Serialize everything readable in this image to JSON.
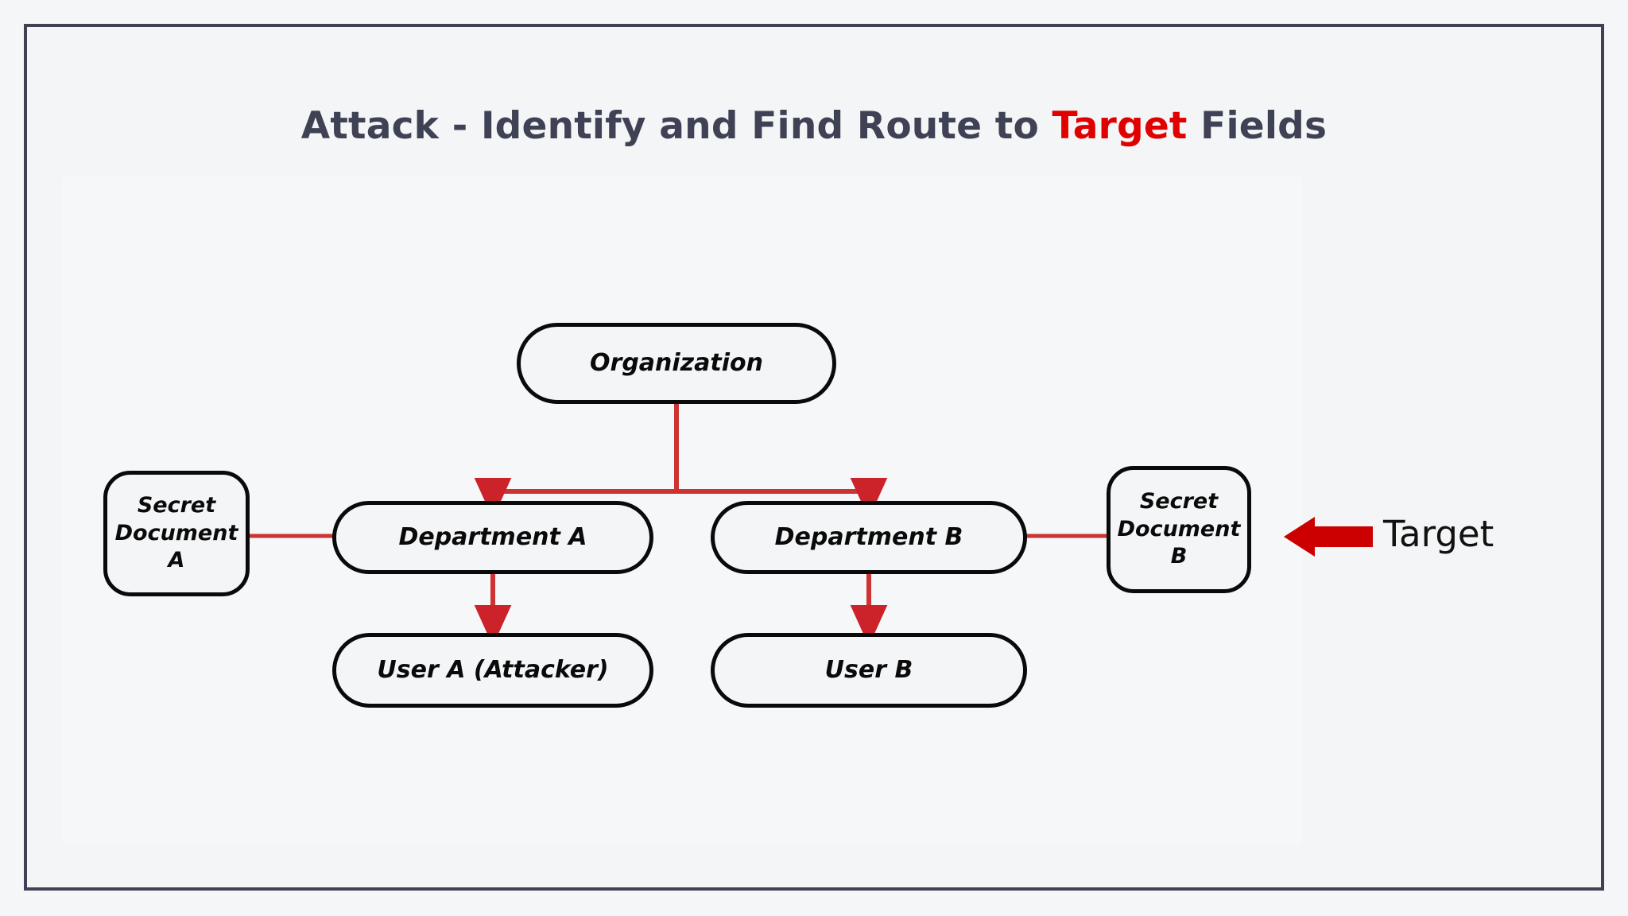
{
  "page": {
    "background_color": "#f5f6f7",
    "frame_border_color": "#3f4254"
  },
  "title": {
    "prefix": "Attack - Identify and Find Route to ",
    "accent": "Target",
    "suffix": " Fields",
    "color": "#3f4254",
    "accent_color": "#e00000"
  },
  "diagram": {
    "type": "org-tree",
    "edge_color": "#cc3333",
    "node_border_color": "#0a0a0a",
    "node_fill_color": "#f4f5f6",
    "nodes": [
      {
        "id": "organization",
        "label": "Organization",
        "shape": "pill"
      },
      {
        "id": "department-a",
        "label": "Department A",
        "shape": "pill"
      },
      {
        "id": "department-b",
        "label": "Department B",
        "shape": "pill"
      },
      {
        "id": "user-a",
        "label": "User A (Attacker)",
        "shape": "pill"
      },
      {
        "id": "user-b",
        "label": "User B",
        "shape": "pill"
      },
      {
        "id": "secret-doc-a",
        "label": "Secret Document A",
        "shape": "rounded-square"
      },
      {
        "id": "secret-doc-b",
        "label": "Secret Document B",
        "shape": "rounded-square"
      }
    ],
    "edges": [
      {
        "from": "organization",
        "to": "department-a",
        "arrow": true,
        "style": "orthogonal"
      },
      {
        "from": "organization",
        "to": "department-b",
        "arrow": true,
        "style": "orthogonal"
      },
      {
        "from": "department-a",
        "to": "user-a",
        "arrow": true,
        "style": "straight"
      },
      {
        "from": "department-b",
        "to": "user-b",
        "arrow": true,
        "style": "straight"
      },
      {
        "from": "secret-doc-a",
        "to": "department-a",
        "arrow": false,
        "style": "straight"
      },
      {
        "from": "department-b",
        "to": "secret-doc-b",
        "arrow": false,
        "style": "straight"
      }
    ]
  },
  "annotation": {
    "label": "Target",
    "arrow_direction": "left",
    "arrow_color": "#cc0000",
    "label_color": "#111111",
    "points_to": "secret-doc-b"
  },
  "secret_doc_a_lines": [
    "Secret",
    "Document",
    "A"
  ],
  "secret_doc_b_lines": [
    "Secret",
    "Document",
    "B"
  ]
}
